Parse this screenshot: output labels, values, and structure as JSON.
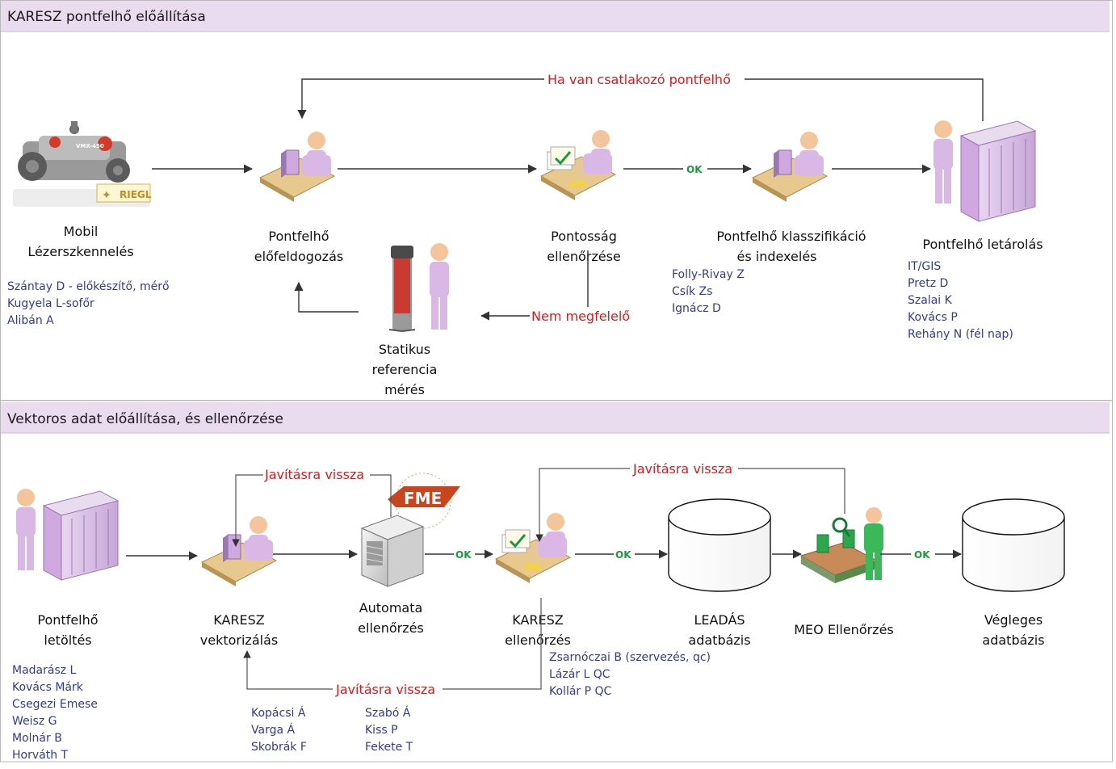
{
  "colors": {
    "lane_header": "#eadcef",
    "person_body": "#d9b8e6",
    "person_head": "#f4c49a",
    "people_text": "#2f3c93",
    "loop_text": "#e01a1a",
    "ok_text": "#1a9a3a"
  },
  "lane1": {
    "title": "KARESZ pontfelhő előállítása",
    "scanner_logo": "RIEGL",
    "scanner_model": "VMX-450",
    "nodes": {
      "mobile": [
        "Mobil",
        "Lézerszkennelés"
      ],
      "preprocess": [
        "Pontfelhő",
        "előfeldogozás"
      ],
      "accuracy": [
        "Pontosság",
        "ellenőrzése"
      ],
      "classify": [
        "Pontfelhő klasszifikáció",
        "és indexelés"
      ],
      "storage": [
        "Pontfelhő letárolás"
      ],
      "static": [
        "Statikus",
        "referencia",
        "mérés"
      ]
    },
    "people": {
      "mobile": [
        "Szántay D - előkészítő, mérő",
        "Kugyela L-sofőr",
        "Alibán A"
      ],
      "classify": [
        "Folly-Rivay Z",
        "Csík Zs",
        "Ignácz D"
      ],
      "storage": [
        "IT/GIS",
        "Pretz D",
        "Szalai K",
        "Kovács P",
        "Rehány N (fél nap)"
      ]
    },
    "loop_label": "Ha van csatlakozó pontfelhő",
    "reject_label": "Nem megfelelő",
    "ok_label": "OK"
  },
  "lane2": {
    "title": "Vektoros adat előállítása, és ellenőrzése",
    "fme_logo": "FME",
    "nodes": {
      "download": [
        "Pontfelhő",
        "letöltés"
      ],
      "vectorize": [
        "KARESZ",
        "vektorizálás"
      ],
      "auto": [
        "Automata",
        "ellenőrzés"
      ],
      "check": [
        "KARESZ",
        "ellenőrzés"
      ],
      "leadas": [
        "LEADÁS",
        "adatbázis"
      ],
      "meo": [
        "MEO Ellenőrzés"
      ],
      "final": [
        "Végleges",
        "adatbázis"
      ]
    },
    "people": {
      "download": [
        "Madarász L",
        "Kovács Márk",
        "Csegezi Emese",
        "Weisz G",
        "Molnár B",
        "Horváth T"
      ],
      "vectorize_a": [
        "Kopácsi Á",
        "Varga Á",
        "Skobrák F"
      ],
      "vectorize_b": [
        "Szabó Á",
        "Kiss P",
        "Fekete T"
      ],
      "check": [
        "Zsarnóczai B (szervezés, qc)",
        "Lázár L QC",
        "Kollár P QC"
      ]
    },
    "loop_labels": [
      "Javításra vissza",
      "Javításra vissza",
      "Javításra vissza"
    ],
    "ok_labels": [
      "OK",
      "OK",
      "OK"
    ]
  }
}
